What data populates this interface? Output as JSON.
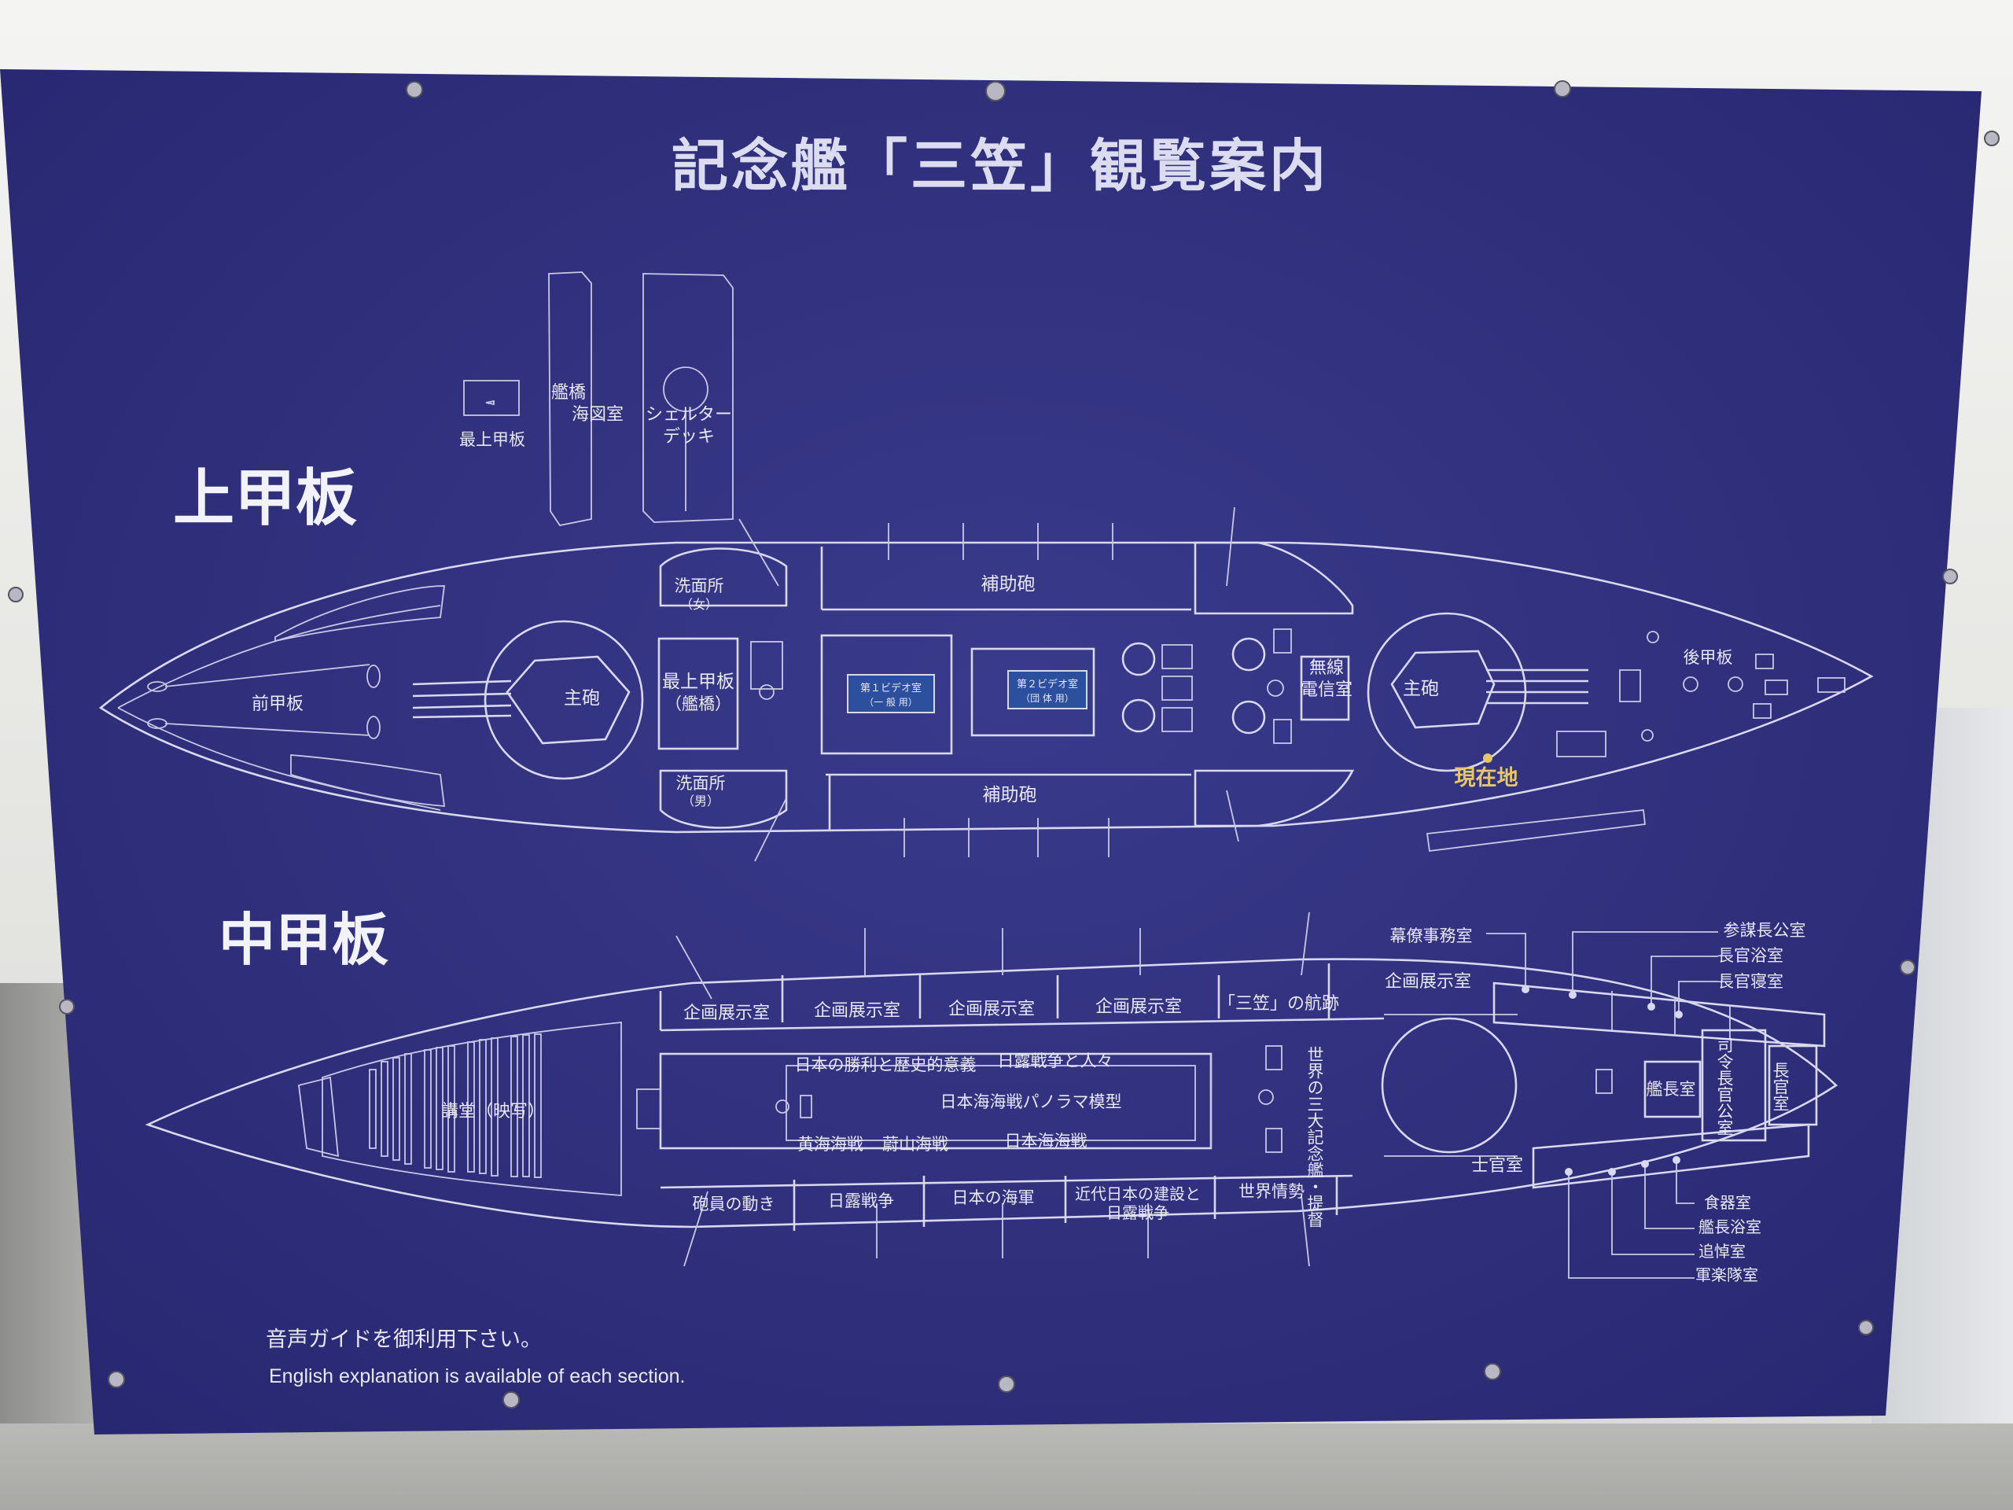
{
  "title": "記念艦「三笠」観覧案内",
  "upper_deck": {
    "heading": "上甲板",
    "labels": {
      "bridge": "艦橋",
      "chart_room": "海図室",
      "shelter_deck_1": "シェルター",
      "shelter_deck_2": "デッキ",
      "top_deck": "最上甲板",
      "fore_deck": "前甲板",
      "main_gun_fore": "主砲",
      "washroom_women_1": "洗面所",
      "washroom_women_2": "（女）",
      "top_deck_bridge_1": "最上甲板",
      "top_deck_bridge_2": "（艦橋）",
      "washroom_men_1": "洗面所",
      "washroom_men_2": "（男）",
      "secondary_gun_top": "補助砲",
      "secondary_gun_bottom": "補助砲",
      "video_room_1_a": "第１ビデオ室",
      "video_room_1_b": "（一 般 用）",
      "video_room_2_a": "第２ビデオ室",
      "video_room_2_b": "（団 体 用）",
      "radio_room_1": "無線",
      "radio_room_2": "電信室",
      "main_gun_aft": "主砲",
      "aft_deck": "後甲板",
      "you_are_here": "現在地"
    }
  },
  "middle_deck": {
    "heading": "中甲板",
    "labels": {
      "exhibit_1": "企画展示室",
      "exhibit_2": "企画展示室",
      "exhibit_3": "企画展示室",
      "exhibit_4": "企画展示室",
      "mikasa_voyage": "「三笠」の航跡",
      "exhibit_5": "企画展示室",
      "staff_office": "幕僚事務室",
      "chief_of_staff_office": "参謀長公室",
      "officer_bath": "長官浴室",
      "officer_bedroom": "長官寝室",
      "lecture_hall": "講堂（映写）",
      "victory_history": "日本の勝利と歴史的意義",
      "war_and_people": "日露戦争と人々",
      "panorama_model": "日本海海戦パノラマ模型",
      "yellow_sea": "黄海海戦",
      "ulsan": "蔚山海戦",
      "tsushima": "日本海海戦",
      "three_battleships": "世界の三大記念艦・提督",
      "captain_room": "艦長室",
      "commander_office": "司令長官公室",
      "officer_room": "長官室",
      "wardroom": "士官室",
      "gunner_movement": "砲員の動き",
      "russo_japanese_war": "日露戦争",
      "japanese_navy": "日本の海軍",
      "modern_japan_1": "近代日本の建設と",
      "modern_japan_2": "日露戦争",
      "world_situation": "世界情勢",
      "dining_room": "食器室",
      "captain_bath": "艦長浴室",
      "memorial_room": "追悼室",
      "band_room": "軍楽隊室"
    }
  },
  "notes": {
    "audio_guide": "音声ガイドを御利用下さい。",
    "english": "English explanation is available of each section."
  },
  "colors": {
    "board": "#2f2f7c",
    "line": "#d8d8ee",
    "here_marker": "#e5c66a"
  }
}
